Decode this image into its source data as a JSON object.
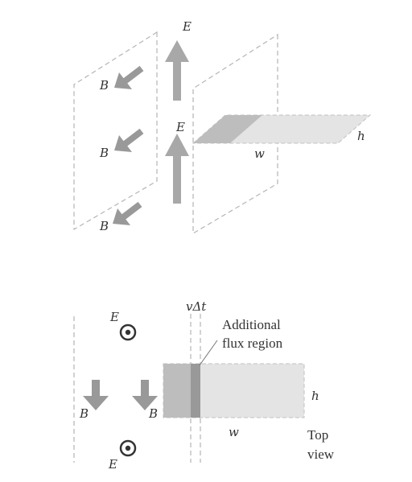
{
  "colors": {
    "arrow": "#a8a8a8",
    "b_arrow": "#999999",
    "dashed_line": "#b5b5b5",
    "flux_region_light": "#e4e4e4",
    "flux_region_medium": "#bdbdbd",
    "flux_region_dark": "#999999",
    "text": "#333333"
  },
  "perspective_view": {
    "e_label_top": "E",
    "e_label_middle": "E",
    "b_label_1": "B",
    "b_label_2": "B",
    "b_label_3": "B",
    "w_label": "w",
    "h_label": "h"
  },
  "top_view": {
    "vdt_label": "vΔt",
    "annotation_line1": "Additional",
    "annotation_line2": "flux region",
    "e_label_1": "E",
    "e_label_2": "E",
    "b_label_1": "B",
    "b_label_2": "B",
    "h_label": "h",
    "w_label": "w",
    "caption_line1": "Top",
    "caption_line2": "view",
    "e_direction_icon": "out-of-page-dot-icon"
  }
}
